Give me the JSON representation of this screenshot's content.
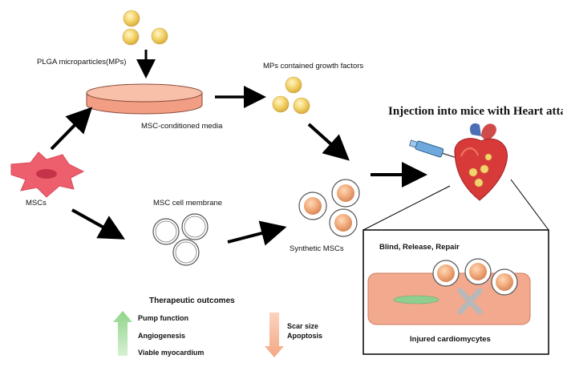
{
  "labels": {
    "plga": "PLGA microparticles(MPs)",
    "mps_growth": "MPs contained growth factors",
    "conditioned_media": "MSC-conditioned media",
    "mscs": "MSCs",
    "membrane": "MSC cell membrane",
    "synthetic": "Synthetic MSCs",
    "injection": "Injection into mice with Heart attack",
    "inset_title": "Blind, Release, Repair",
    "inset_caption": "Injured cardiomycytes"
  },
  "outcomes": {
    "title": "Therapeutic outcomes",
    "increase": [
      "Pump function",
      "Angiogenesis",
      "Viable myocardium"
    ],
    "decrease": [
      "Scar size",
      "Apoptosis"
    ]
  },
  "colors": {
    "particle": "#f3d36b",
    "petri": "#f7b8a0",
    "cell": "#ee5f6d",
    "synthetic": "#f0a878",
    "cardiomyocyte": "#f2a98e",
    "up_arrow": "#a7dea4",
    "down_arrow": "#f5b79a"
  }
}
